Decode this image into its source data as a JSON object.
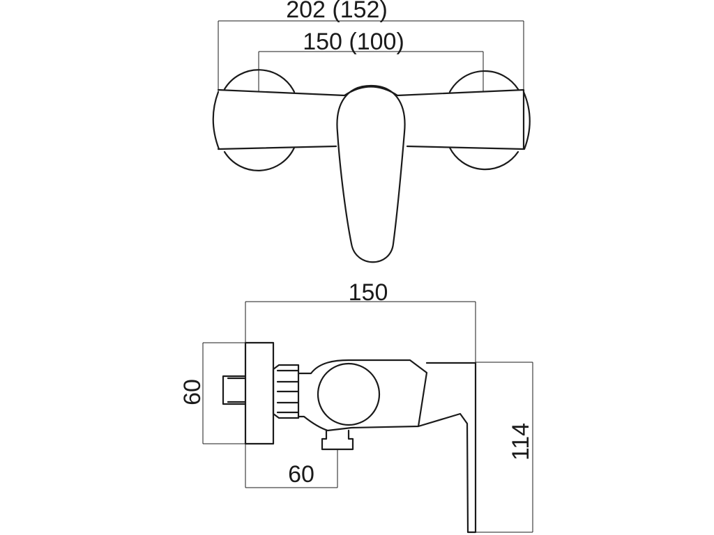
{
  "front_view": {
    "overall_width_label": "202 (152)",
    "centers_label": "150 (100)"
  },
  "side_view": {
    "depth_label": "150",
    "flange_height_label": "60",
    "outlet_offset_label": "60",
    "total_height_label": "114"
  }
}
